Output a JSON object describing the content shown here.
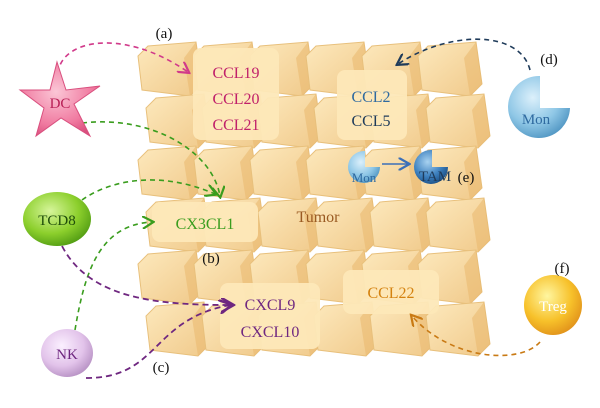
{
  "labels": {
    "a": "(a)",
    "b": "(b)",
    "c": "(c)",
    "d": "(d)",
    "e": "(e)",
    "f": "(f)"
  },
  "cells": {
    "dc": "DC",
    "tcd8": "TCD8",
    "nk": "NK",
    "mon_outer": "Mon",
    "mon_inner": "Mon",
    "tam": "TAM",
    "treg": "Treg",
    "tumor": "Tumor"
  },
  "chemokines": {
    "group_a": [
      "CCL19",
      "CCL20",
      "CCL21"
    ],
    "group_d": [
      "CCL2",
      "CCL5"
    ],
    "group_b": [
      "CX3CL1"
    ],
    "group_c": [
      "CXCL9",
      "CXCL10"
    ],
    "group_f": [
      "CCL22"
    ]
  },
  "colors": {
    "dc": "#e8517e",
    "tcd8": "#3a9d1e",
    "nk": "#6f2780",
    "mon": "#3b89b8",
    "tam": "#1b4f86",
    "treg": "#c97a14",
    "tumor": "#9a5a22",
    "navy": "#1f3b5a"
  }
}
